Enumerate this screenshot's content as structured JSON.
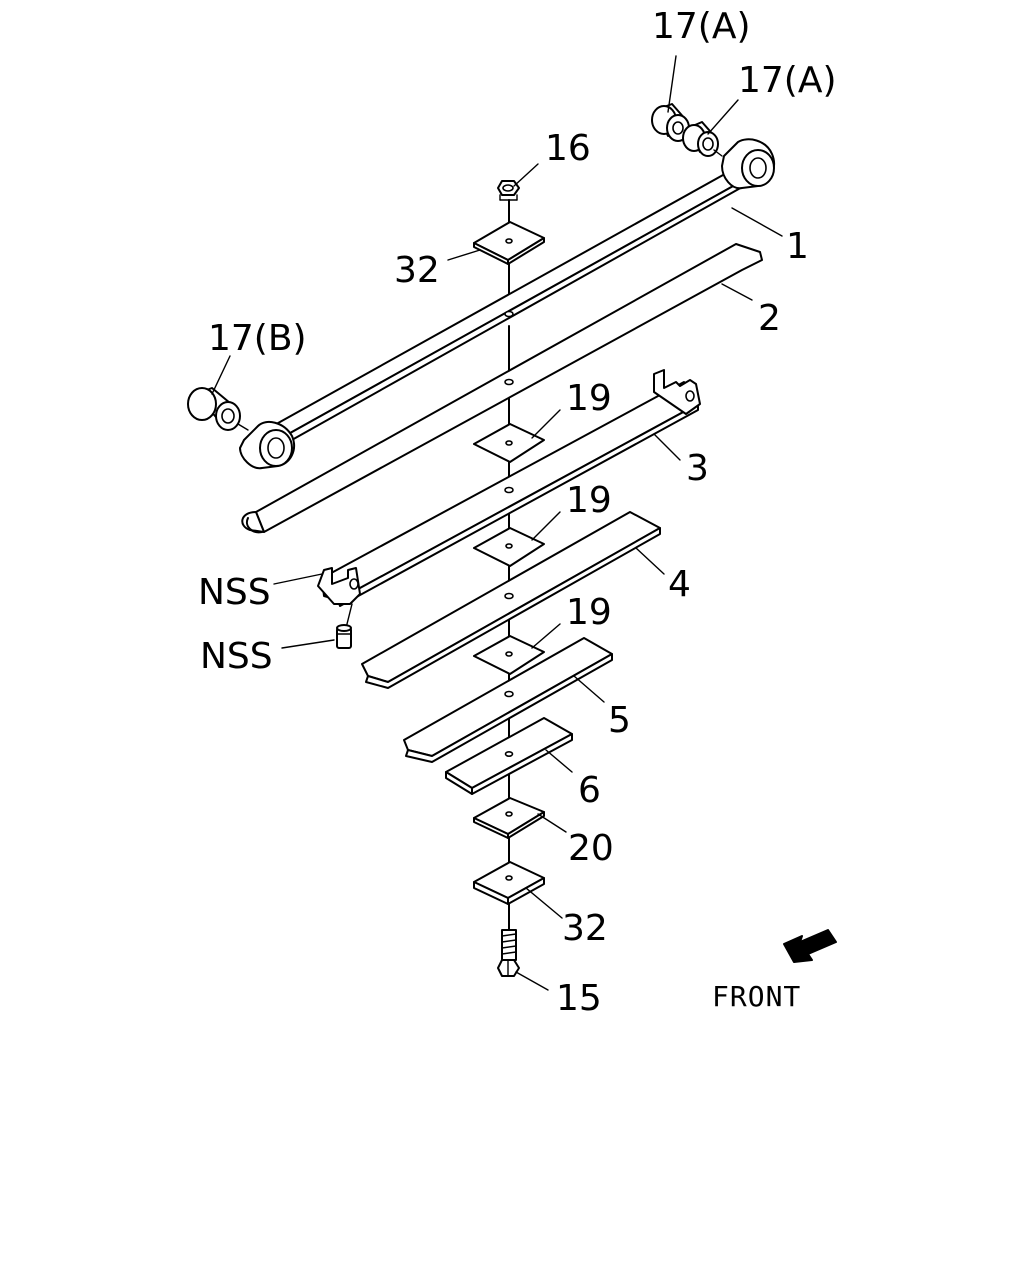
{
  "callouts": {
    "c17a_top": "17(A)",
    "c17a_second": "17(A)",
    "c16": "16",
    "c1": "1",
    "c32_top": "32",
    "c2": "2",
    "c17b": "17(B)",
    "c19_first": "19",
    "c3": "3",
    "c19_second": "19",
    "nss_bracket": "NSS",
    "c4": "4",
    "c19_third": "19",
    "nss_bolt": "NSS",
    "c5": "5",
    "c6": "6",
    "c20": "20",
    "c32_bottom": "32",
    "c15": "15"
  },
  "direction_label": "FRONT"
}
